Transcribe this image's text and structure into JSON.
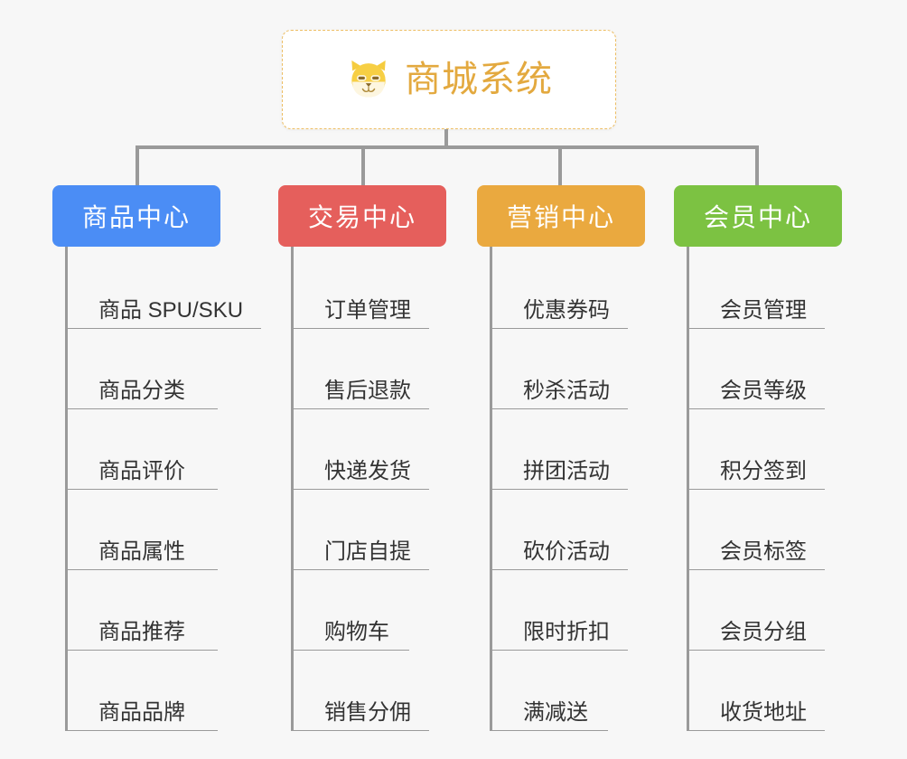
{
  "root": {
    "title": "商城系统",
    "icon": "shiba-dog-icon",
    "title_color": "#e3a93f",
    "border_color": "#edbe63",
    "background": "#ffffff"
  },
  "canvas": {
    "background": "#f7f7f7",
    "connector_color": "#9a9a9a"
  },
  "categories": [
    {
      "label": "商品中心",
      "color": "#4b8df5",
      "items": [
        {
          "label": "商品 SPU/SKU",
          "width": "w-xl"
        },
        {
          "label": "商品分类",
          "width": "w-lg"
        },
        {
          "label": "商品评价",
          "width": "w-lg"
        },
        {
          "label": "商品属性",
          "width": "w-lg"
        },
        {
          "label": "商品推荐",
          "width": "w-lg"
        },
        {
          "label": "商品品牌",
          "width": "w-lg"
        }
      ]
    },
    {
      "label": "交易中心",
      "color": "#e55f5c",
      "items": [
        {
          "label": "订单管理",
          "width": "w-md"
        },
        {
          "label": "售后退款",
          "width": "w-md"
        },
        {
          "label": "快递发货",
          "width": "w-md"
        },
        {
          "label": "门店自提",
          "width": "w-md"
        },
        {
          "label": "购物车",
          "width": "w-sm"
        },
        {
          "label": "销售分佣",
          "width": "w-md"
        }
      ]
    },
    {
      "label": "营销中心",
      "color": "#eaa93f",
      "items": [
        {
          "label": "优惠券码",
          "width": "w-md"
        },
        {
          "label": "秒杀活动",
          "width": "w-md"
        },
        {
          "label": "拼团活动",
          "width": "w-md"
        },
        {
          "label": "砍价活动",
          "width": "w-md"
        },
        {
          "label": "限时折扣",
          "width": "w-md"
        },
        {
          "label": "满减送",
          "width": "w-sm"
        }
      ]
    },
    {
      "label": "会员中心",
      "color": "#7cc242",
      "items": [
        {
          "label": "会员管理",
          "width": "w-md"
        },
        {
          "label": "会员等级",
          "width": "w-md"
        },
        {
          "label": "积分签到",
          "width": "w-md"
        },
        {
          "label": "会员标签",
          "width": "w-md"
        },
        {
          "label": "会员分组",
          "width": "w-md"
        },
        {
          "label": "收货地址",
          "width": "w-md"
        }
      ]
    }
  ]
}
